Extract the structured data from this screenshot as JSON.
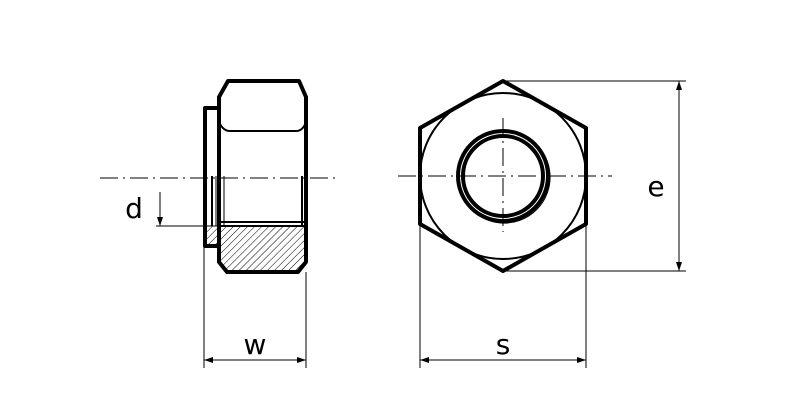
{
  "diagram": {
    "labels": {
      "d": "d",
      "w": "w",
      "s": "s",
      "e": "e"
    },
    "line_color": "#000000",
    "background": "#ffffff"
  }
}
